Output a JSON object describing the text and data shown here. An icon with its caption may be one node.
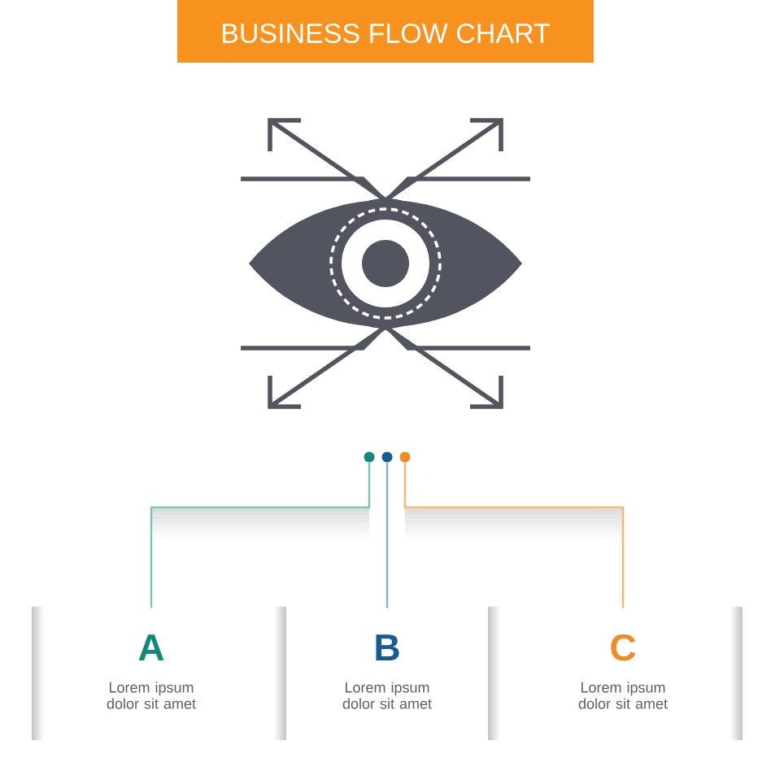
{
  "diagram": {
    "title": "BUSINESS FLOW CHART",
    "nodes": [
      {
        "text": [],
        "shape": "circle"
      },
      {
        "text": [],
        "shape": "circle"
      },
      {
        "text": [],
        "shape": "circle"
      },
      {
        "text": [
          "A",
          "Lorem ipsum dolor sit amet"
        ]
      },
      {
        "text": [
          "B",
          "Lorem ipsum dolor sit amet"
        ]
      },
      {
        "text": [
          "C",
          "Lorem ipsum dolor sit amet"
        ]
      }
    ],
    "edges": [
      {
        "from": 0,
        "to": 3,
        "arrow": "none",
        "color": "#7dc3b8"
      },
      {
        "from": 1,
        "to": 4,
        "arrow": "none",
        "color": "#8eaccb"
      },
      {
        "from": 2,
        "to": 5,
        "arrow": "none",
        "color": "#f5b66f"
      }
    ]
  }
}
